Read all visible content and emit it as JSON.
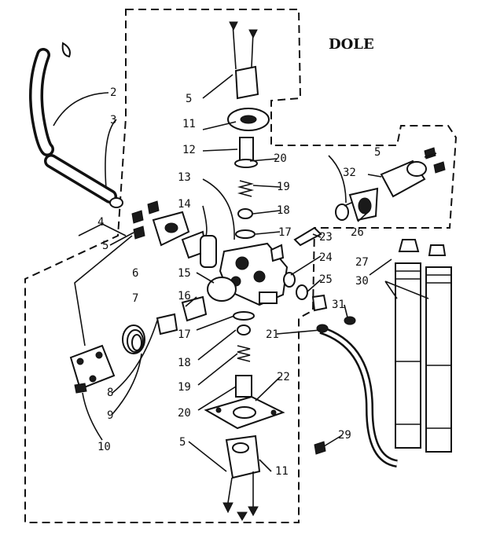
{
  "title": "DOLE",
  "labels": [
    "2",
    "3",
    "4",
    "5",
    "5",
    "5",
    "5",
    "6",
    "7",
    "8",
    "9",
    "10",
    "11",
    "11",
    "12",
    "13",
    "14",
    "15",
    "16",
    "17",
    "17",
    "18",
    "18",
    "19",
    "19",
    "20",
    "20",
    "21",
    "22",
    "23",
    "24",
    "25",
    "26",
    "27",
    "29",
    "30",
    "31",
    "32"
  ]
}
